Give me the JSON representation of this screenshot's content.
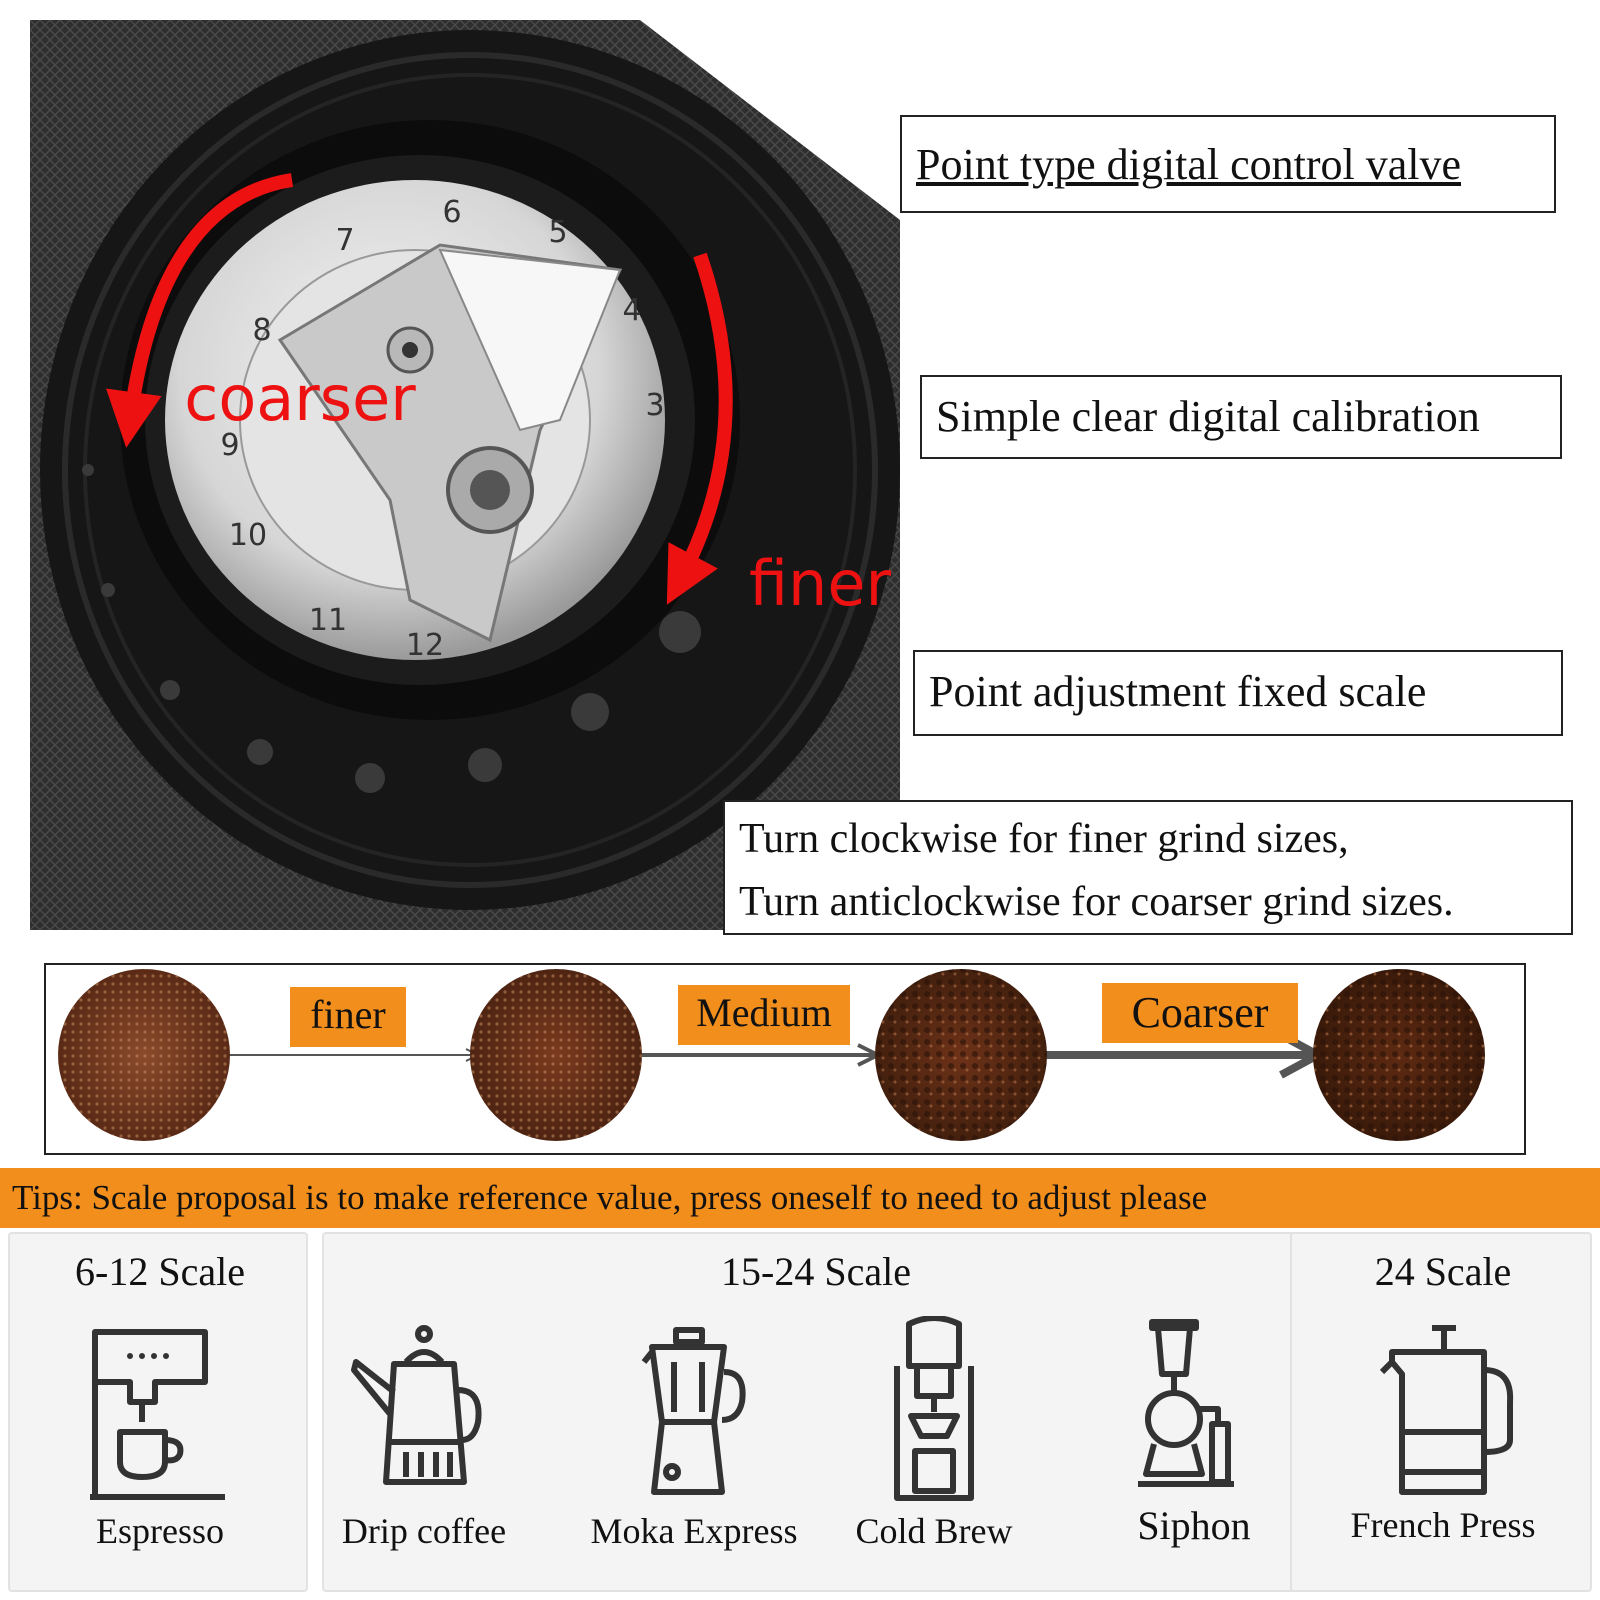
{
  "callouts": {
    "valve": "Point type digital control valve",
    "calibration": "Simple clear digital calibration",
    "fixed_scale": "Point adjustment fixed scale",
    "turn_line1": "Turn clockwise for finer grind sizes,",
    "turn_line2": "Turn anticlockwise for coarser grind sizes."
  },
  "dial": {
    "coarser_label": "coarser",
    "finer_label": "finer",
    "numbers": [
      "6",
      "5",
      "4",
      "3",
      "7",
      "8",
      "9",
      "10",
      "11",
      "12"
    ],
    "arrow_color": "#ee1111"
  },
  "grind_strip": {
    "labels": [
      "finer",
      "Medium",
      "Coarser"
    ],
    "label_color": "#f28e1c"
  },
  "tips": "Tips: Scale proposal is to make reference value, press oneself to need to adjust please",
  "scales": [
    {
      "title": "6-12 Scale",
      "methods": [
        "Espresso"
      ]
    },
    {
      "title": "15-24 Scale",
      "methods": [
        "Drip coffee",
        "Moka Express",
        "Cold Brew",
        "Siphon"
      ]
    },
    {
      "title": "24 Scale",
      "methods": [
        "French Press"
      ]
    }
  ],
  "icons": [
    "espresso-machine-icon",
    "drip-kettle-icon",
    "moka-pot-icon",
    "cold-brew-tower-icon",
    "siphon-icon",
    "french-press-icon"
  ]
}
